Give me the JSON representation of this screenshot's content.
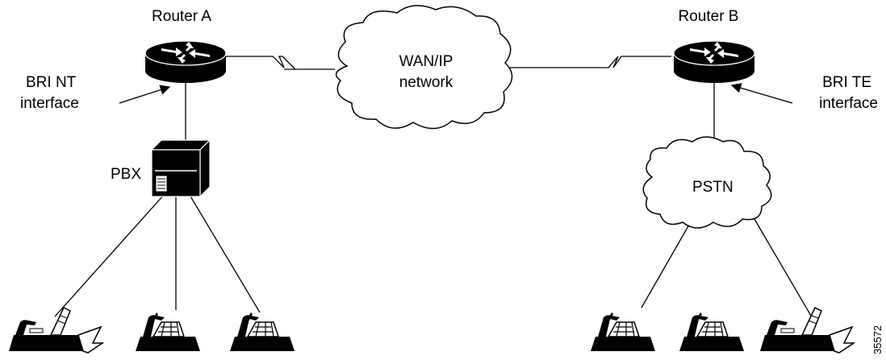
{
  "diagram": {
    "router_a": {
      "label": "Router A"
    },
    "router_b": {
      "label": "Router B"
    },
    "wan": {
      "line1": "WAN/IP",
      "line2": "network"
    },
    "bri_nt": {
      "line1": "BRI NT",
      "line2": "interface"
    },
    "bri_te": {
      "line1": "BRI TE",
      "line2": "interface"
    },
    "pbx": {
      "label": "PBX"
    },
    "pstn": {
      "label": "PSTN"
    },
    "figure_id": "35572"
  }
}
